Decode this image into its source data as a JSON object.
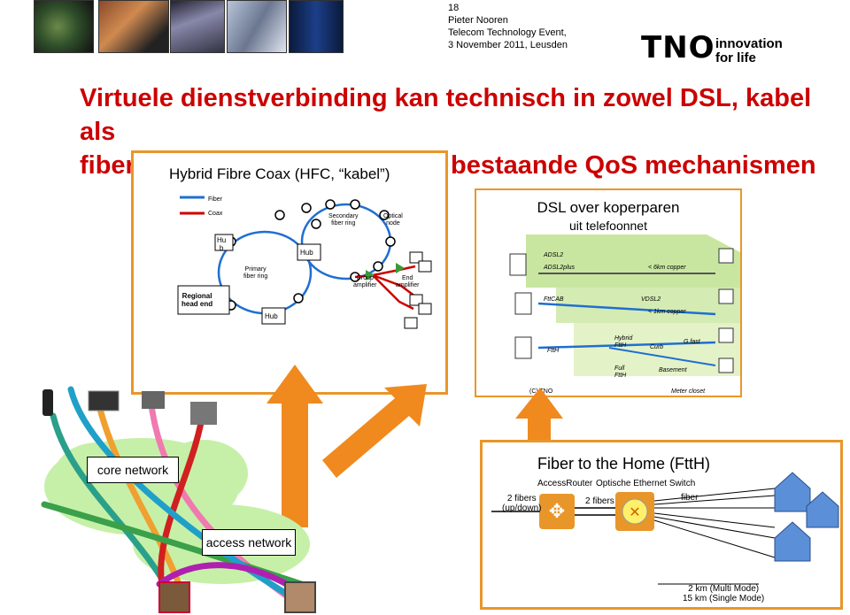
{
  "header": {
    "slide_number": "18",
    "author": "Pieter Nooren",
    "event": "Telecom Technology Event,",
    "date": "3 November 2011, Leusden"
  },
  "logo": {
    "brand": "TNO",
    "tagline_1": "innovation",
    "tagline_2": "for life"
  },
  "title": {
    "line1": "Virtuele dienstverbinding kan technisch in zowel DSL, kabel als",
    "line2": "fiber netwerken met de daarin bestaande QoS mechanismen"
  },
  "hfc": {
    "title": "Hybrid Fibre Coax (HFC, “kabel”)",
    "legend_fiber": "Fiber",
    "legend_coax": "Coax",
    "hub_top_left": "Hu\nb",
    "hub_mid": "Hub",
    "hub_bottom": "Hub",
    "regional_head_end": "Regional\nhead end",
    "primary_ring": "Primary\nfiber ring",
    "secondary_ring": "Secondary\nfiber ring",
    "optical_node": "Optical\nnode",
    "group_amplifier": "Group\namplifier",
    "end_amplifier": "End\namplifier"
  },
  "dsl": {
    "title": "DSL over koperparen",
    "subtitle": "uit telefoonnet",
    "adsl2": "ADSL2",
    "adsl2plus": "ADSL2plus",
    "copper_6km": "< 6km copper",
    "fttcab": "FttCAB",
    "vdsl2": "VDSL2",
    "copper_1km": "< 1km copper",
    "ftth": "FttH",
    "hybrid_ftth": "Hybrid\nFttH",
    "curb": "Curb",
    "gfast": "G.fast",
    "full_ftth": "Full\nFttH",
    "basement": "Basement",
    "meter_closet": "Meter closet",
    "copyright": "(C) TNO"
  },
  "network": {
    "core": "core network",
    "access": "access network"
  },
  "ftth": {
    "title": "Fiber to the Home (FttH)",
    "access_router": "AccessRouter",
    "optical_switch": "Optische Ethernet Switch",
    "fibers_updown": "2 fibers\n(up/down)",
    "fibers_2": "2 fibers",
    "fiber": "fiber",
    "distance": "2 km (Multi Mode)\n15 km (Single Mode)"
  },
  "colors": {
    "title_red": "#cc0000",
    "panel_orange": "#e8962a",
    "fiber_blue": "#1f6fd0",
    "coax_red": "#cc0000",
    "dsl_green": "#c9e6a0",
    "ftth_blue": "#5b8fd8"
  }
}
